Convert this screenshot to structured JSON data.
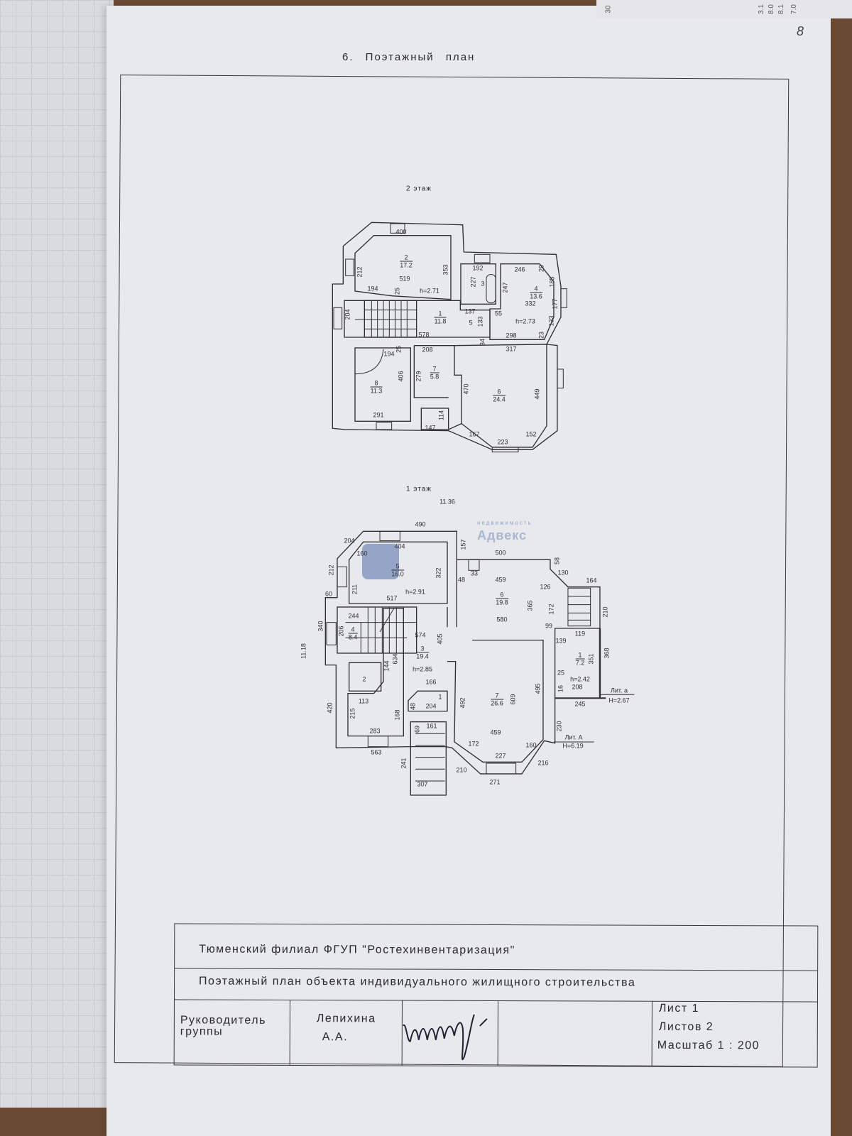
{
  "page_number": "8",
  "background_fragments": [
    "30",
    "3.1",
    "8.0",
    "8.1",
    "7.0"
  ],
  "heading": "6.  Поэтажный  план",
  "watermark": {
    "brand": "Адвекс",
    "sub": "недвижимость"
  },
  "floor2": {
    "title": "2 этаж",
    "rooms": [
      {
        "num": "2",
        "area": "17.2"
      },
      {
        "num": "4",
        "area": "13.6"
      },
      {
        "num": "1",
        "area": "11.8"
      },
      {
        "num": "7",
        "area": "5.8"
      },
      {
        "num": "8",
        "area": "11.3"
      },
      {
        "num": "6",
        "area": "24.4"
      }
    ],
    "dims": [
      "400",
      "212",
      "353",
      "519",
      "192",
      "227",
      "3",
      "246",
      "29",
      "185",
      "247",
      "332",
      "177",
      "194",
      "25",
      "h=2.71",
      "204",
      "137",
      "55",
      "5",
      "133",
      "h=2.73",
      "133",
      "578",
      "298",
      "23",
      "34",
      "317",
      "208",
      "194",
      "25",
      "406",
      "279",
      "470",
      "449",
      "291",
      "114",
      "147",
      "167",
      "223",
      "152"
    ]
  },
  "floor1": {
    "title": "1 этаж",
    "rooms": [
      {
        "num": "5",
        "area": "16.0"
      },
      {
        "num": "6",
        "area": "19.8"
      },
      {
        "num": "4",
        "area": "8.4"
      },
      {
        "num": "3",
        "area": "19.4"
      },
      {
        "num": "1",
        "area": "7.2"
      },
      {
        "num": "7",
        "area": "26.6"
      }
    ],
    "dims": [
      "11.36",
      "490",
      "204",
      "160",
      "404",
      "157",
      "500",
      "58",
      "130",
      "212",
      "322",
      "33",
      "48",
      "459",
      "126",
      "164",
      "211",
      "60",
      "517",
      "h=2.91",
      "365",
      "172",
      "210",
      "244",
      "340",
      "580",
      "206",
      "574",
      "99",
      "119",
      "405",
      "139",
      "11.18",
      "368",
      "351",
      "144",
      "634",
      "h=2.85",
      "2",
      "25",
      "h=2.42",
      "208",
      "16",
      "166",
      "Лит. а",
      "Н=2.67",
      "245",
      "113",
      "420",
      "215",
      "48",
      "204",
      "609",
      "492",
      "495",
      "168",
      "69",
      "161",
      "283",
      "459",
      "230",
      "Лит. А",
      "Н=6.19",
      "563",
      "172",
      "160",
      "227",
      "241",
      "210",
      "216",
      "271",
      "307",
      "1"
    ]
  },
  "title_block": {
    "organization": "Тюменский филиал ФГУП \"Ростехинвентаризация\"",
    "document_title": "Поэтажный  план объекта индивидуального жилищного строительства",
    "role": "Руководитель группы",
    "surname": "Лепихина",
    "initials": "А.А.",
    "sheet": "Лист 1",
    "sheets_total": "Листов 2",
    "scale": "Масштаб  1 : 200"
  }
}
